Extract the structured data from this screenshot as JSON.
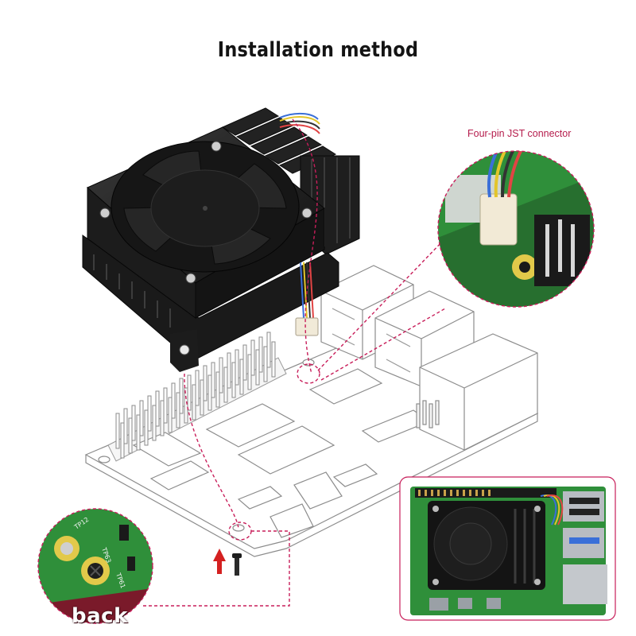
{
  "title": "Installation method",
  "callouts": {
    "jst_connector": "Four-pin JST connector",
    "back": "back"
  },
  "silkscreen": {
    "tp1": "TP12",
    "tp2": "TP63",
    "tp3": "TP61"
  },
  "colors": {
    "leader_line": "#c81e5a",
    "pcb_green": "#2f8f3a",
    "heatsink": "#1c1c1c",
    "arrow": "#d42020"
  }
}
